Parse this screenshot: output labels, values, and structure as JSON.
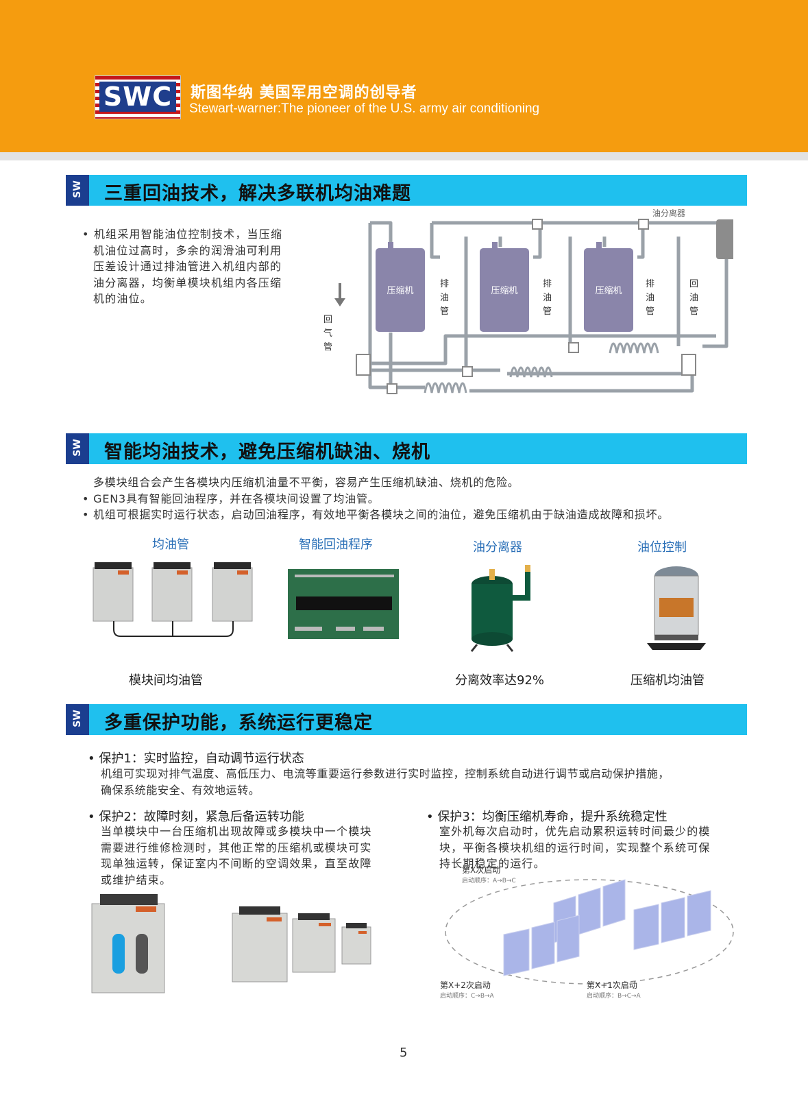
{
  "header": {
    "logo_text": "SWC",
    "slogan_cn": "斯图华纳 美国军用空调的创导者",
    "slogan_en": "Stewart-warner:The pioneer of the U.S. army air conditioning"
  },
  "section_tab_label": "SW",
  "section1": {
    "title": "三重回油技术，解决多联机均油难题",
    "text": [
      "机组采用智能油位控制技术，当压缩",
      "机油位过高时，多余的润滑油可利用",
      "压差设计通过排油管进入机组内部的",
      "油分离器，均衡单模块机组内各压缩",
      "机的油位。"
    ],
    "diagram": {
      "separator_label": "油分离器",
      "compressor_label": "压缩机",
      "discharge_pipe": [
        "排",
        "油",
        "管"
      ],
      "return_oil_pipe": [
        "回",
        "油",
        "管"
      ],
      "return_gas_pipe": [
        "回",
        "气",
        "管"
      ]
    }
  },
  "section2": {
    "title": "智能均油技术，避免压缩机缺油、烧机",
    "lines": [
      "多模块组合会产生各模块内压缩机油量不平衡，容易产生压缩机缺油、烧机的危险。",
      "GEN3具有智能回油程序，并在各模块间设置了均油管。",
      "机组可根据实时运行状态，启动回油程序，有效地平衡各模块之间的油位，避免压缩机由于缺油造成故障和损坏。"
    ],
    "features": [
      {
        "title": "均油管",
        "caption": "模块间均油管"
      },
      {
        "title": "智能回油程序",
        "caption": ""
      },
      {
        "title": "油分离器",
        "caption": "分离效率达92%"
      },
      {
        "title": "油位控制",
        "caption": "压缩机均油管"
      }
    ]
  },
  "section3": {
    "title": "多重保护功能，系统运行更稳定",
    "p1_title": "保护1：实时监控，自动调节运行状态",
    "p1_text": [
      "机组可实现对排气温度、高低压力、电流等重要运行参数进行实时监控，控制系统自动进行调节或启动保护措施，",
      "确保系统能安全、有效地运转。"
    ],
    "p2_title": "保护2：故障时刻，紧急后备运转功能",
    "p2_text": [
      "当单模块中一台压缩机出现故障或多模块中一个模块",
      "需要进行维修检测时，其他正常的压缩机或模块可实",
      "现单独运转，保证室内不间断的空调效果，直至故障",
      "或维护结束。"
    ],
    "p3_title": "保护3：均衡压缩机寿命，提升系统稳定性",
    "p3_text": [
      "室外机每次启动时，优先启动累积运转时间最少的模",
      "块，平衡各模块机组的运行时间，实现整个系统可保",
      "持长期稳定的运行。"
    ],
    "cycle": [
      {
        "title": "第X次启动",
        "order": "启动顺序：A→B→C"
      },
      {
        "title": "第X+2次启动",
        "order": "启动顺序：C→B→A"
      },
      {
        "title": "第X+1次启动",
        "order": "启动顺序：B→C→A"
      }
    ]
  },
  "page_number": "5",
  "colors": {
    "header": "#f59c0f",
    "section_bar": "#1fc0ee",
    "section_tab": "#1b3e8f",
    "caption_blue": "#2a6fb7",
    "compressor": "#8a85aa"
  }
}
